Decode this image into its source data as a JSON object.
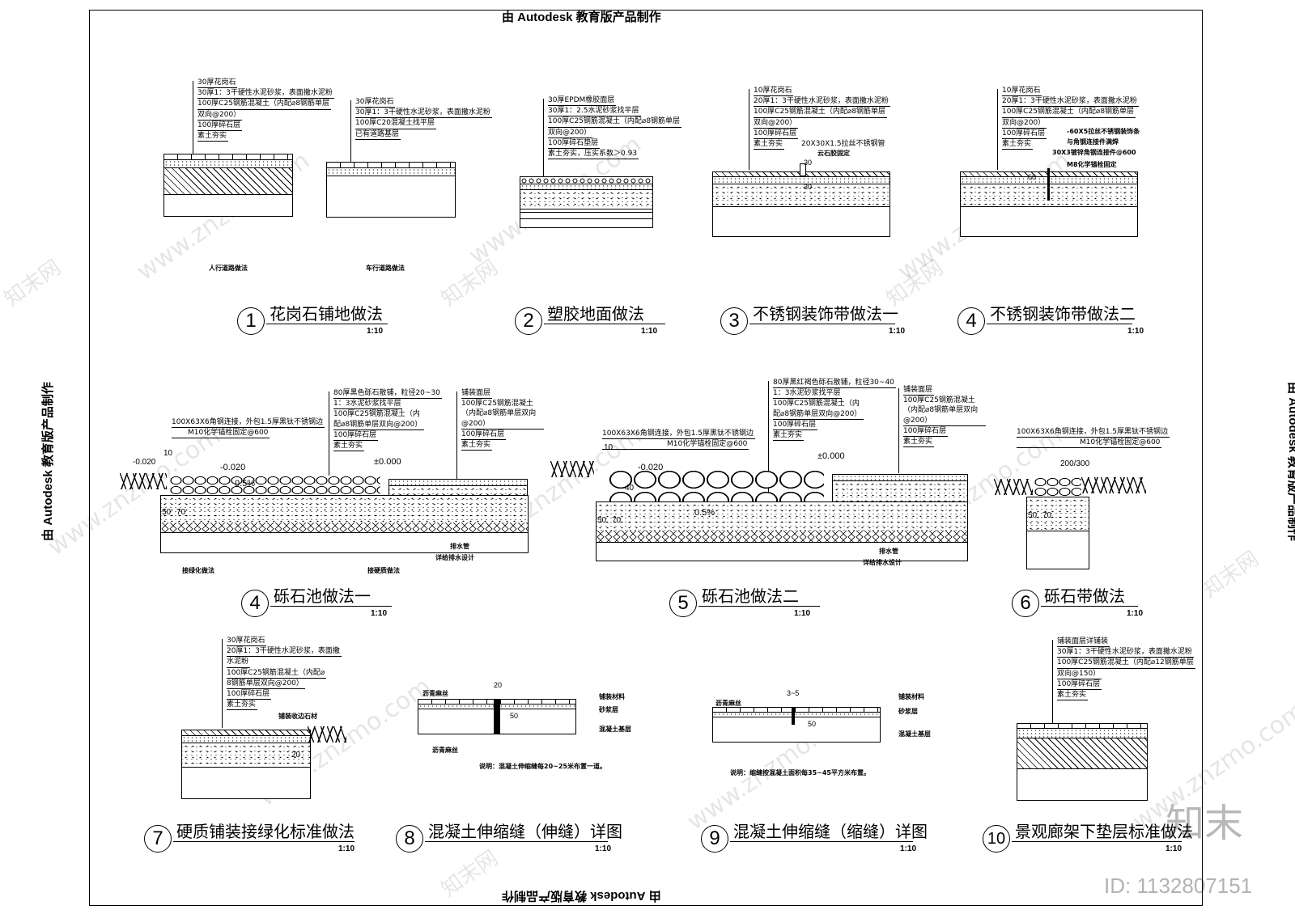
{
  "stamps": {
    "text": "由 Autodesk 教育版产品制作"
  },
  "watermark": {
    "site": "www.znzmo.com",
    "brand": "知末网",
    "logo": "知末",
    "id": "ID: 1132807151"
  },
  "details": [
    {
      "num": "1",
      "title": "花岗石铺地做法",
      "scale": "1:10",
      "callouts_a": [
        "30厚花岗石",
        "30厚1：3干硬性水泥砂浆，表面撒水泥粉",
        "100厚C25钢筋混凝土（内配⌀8钢筋单层",
        "双向@200）",
        "100厚碎石层",
        "素土夯实"
      ],
      "callouts_b": [
        "30厚花岗石",
        "30厚1：3干硬性水泥砂浆，表面撒水泥粉",
        "100厚C20混凝土找平层",
        "已有道路基层"
      ],
      "sublabel_a": "人行道路做法",
      "sublabel_b": "车行道路做法"
    },
    {
      "num": "2",
      "title": "塑胶地面做法",
      "scale": "1:10",
      "callouts": [
        "30厚EPDM橡胶面层",
        "30厚1：2.5水泥砂浆找平层",
        "100厚C25钢筋混凝土（内配⌀8钢筋单层",
        "双向@200）",
        "100厚碎石垫层",
        "素土夯实，压实系数＞0.93"
      ]
    },
    {
      "num": "3",
      "title": "不锈钢装饰带做法一",
      "scale": "1:10",
      "callouts": [
        "10厚花岗石",
        "20厚1：3干硬性水泥砂浆，表面撒水泥粉",
        "100厚C25钢筋混凝土（内配⌀8钢筋单层",
        "双向@200）",
        "100厚碎石层",
        "素土夯实"
      ],
      "extra": [
        "20X30X1.5拉丝不锈钢管",
        "云石胶固定"
      ],
      "dims": [
        "30",
        "30"
      ]
    },
    {
      "num": "4",
      "title": "不锈钢装饰带做法二",
      "scale": "1:10",
      "callouts": [
        "10厚花岗石",
        "20厚1：3干硬性水泥砂浆，表面撒水泥粉",
        "100厚C25钢筋混凝土（内配⌀8钢筋单层",
        "双向@200）",
        "100厚碎石层",
        "素土夯实"
      ],
      "extra": [
        "-60X5拉丝不锈钢装饰条",
        "与角钢连接件满焊",
        "30X3镀锌角钢连接件@600",
        "M8化学锚栓固定"
      ],
      "dims": [
        "60"
      ]
    },
    {
      "num": "4",
      "title": "砾石池做法一",
      "scale": "1:10",
      "callouts_left": [
        "100X63X6角钢连接，外包1.5厚黑钛不锈钢边",
        "M10化学锚栓固定@600"
      ],
      "callouts": [
        "80厚黑色砾石散铺，粒径20~30",
        "1：3水泥砂浆找平层",
        "100厚C25钢筋混凝土（内配⌀8钢筋单层双向@200）",
        "100厚碎石层",
        "素土夯实"
      ],
      "callouts_right": [
        "铺装面层",
        "100厚C25钢筋混凝土（内配⌀8钢筋单层双向@200）",
        "100厚碎石层",
        "素土夯实"
      ],
      "levels": [
        "-0.020",
        "±0.000",
        "0.5%",
        "-0.020",
        "10"
      ],
      "dims": [
        "50",
        "70"
      ],
      "notes": [
        "排水管",
        "详给排水设计"
      ],
      "sublabel_a": "接绿化做法",
      "sublabel_b": "接硬质做法"
    },
    {
      "num": "5",
      "title": "砾石池做法二",
      "scale": "1:10",
      "callouts_left": [
        "100X63X6角钢连接，外包1.5厚黑钛不锈钢边",
        "M10化学锚栓固定@600"
      ],
      "callouts": [
        "80厚黑红褐色砾石散铺，粒径30~40",
        "1：3水泥砂浆找平层",
        "100厚C25钢筋混凝土（内配⌀8钢筋单层双向@200）",
        "100厚碎石层",
        "素土夯实"
      ],
      "callouts_right": [
        "铺装面层",
        "100厚C25钢筋混凝土（内配⌀8钢筋单层双向@200）",
        "100厚碎石层",
        "素土夯实"
      ],
      "levels": [
        "-0.020",
        "±0.000",
        "0.5%",
        "10",
        "40"
      ],
      "dims": [
        "50",
        "70"
      ],
      "notes": [
        "排水管",
        "详给排水设计"
      ]
    },
    {
      "num": "6",
      "title": "砾石带做法",
      "scale": "1:10",
      "callouts_left": [
        "100X63X6角钢连接，外包1.5厚黑钛不锈钢边",
        "M10化学锚栓固定@600"
      ],
      "dims": [
        "200/300",
        "50",
        "70"
      ]
    },
    {
      "num": "7",
      "title": "硬质铺装接绿化标准做法",
      "scale": "1:10",
      "callouts": [
        "30厚花岗石",
        "20厚1：3干硬性水泥砂浆，表面撒",
        "水泥粉",
        "100厚C25钢筋混凝土（内配⌀",
        "8钢筋单层双向@200）",
        "100厚碎石层",
        "素土夯实"
      ],
      "extra": [
        "铺装收边石材"
      ],
      "dims": [
        "20"
      ]
    },
    {
      "num": "8",
      "title": "混凝土伸缩缝（伸缝）详图",
      "scale": "1:10",
      "labels_left": [
        "沥青麻丝",
        "沥青麻丝"
      ],
      "labels_right": [
        "铺装材料",
        "砂浆层",
        "混凝土基层"
      ],
      "dims": [
        "20",
        "50"
      ],
      "note": "说明：混凝土伸缩缝每20~25米布置一道。"
    },
    {
      "num": "9",
      "title": "混凝土伸缩缝（缩缝）详图",
      "scale": "1:10",
      "labels_left": [
        "沥青麻丝"
      ],
      "labels_right": [
        "铺装材料",
        "砂浆层",
        "混凝土基层"
      ],
      "dims": [
        "3~5",
        "50"
      ],
      "note": "说明：缩缝按混凝土面积每35~45平方米布置。"
    },
    {
      "num": "10",
      "title": "景观廊架下垫层标准做法",
      "scale": "1:10",
      "callouts": [
        "铺装面层详铺装",
        "30厚1：3干硬性水泥砂浆，表面撒水泥粉",
        "100厚C25钢筋混凝土（内配⌀12钢筋单层",
        "双向@150）",
        "100厚碎石层",
        "素土夯实"
      ]
    }
  ]
}
